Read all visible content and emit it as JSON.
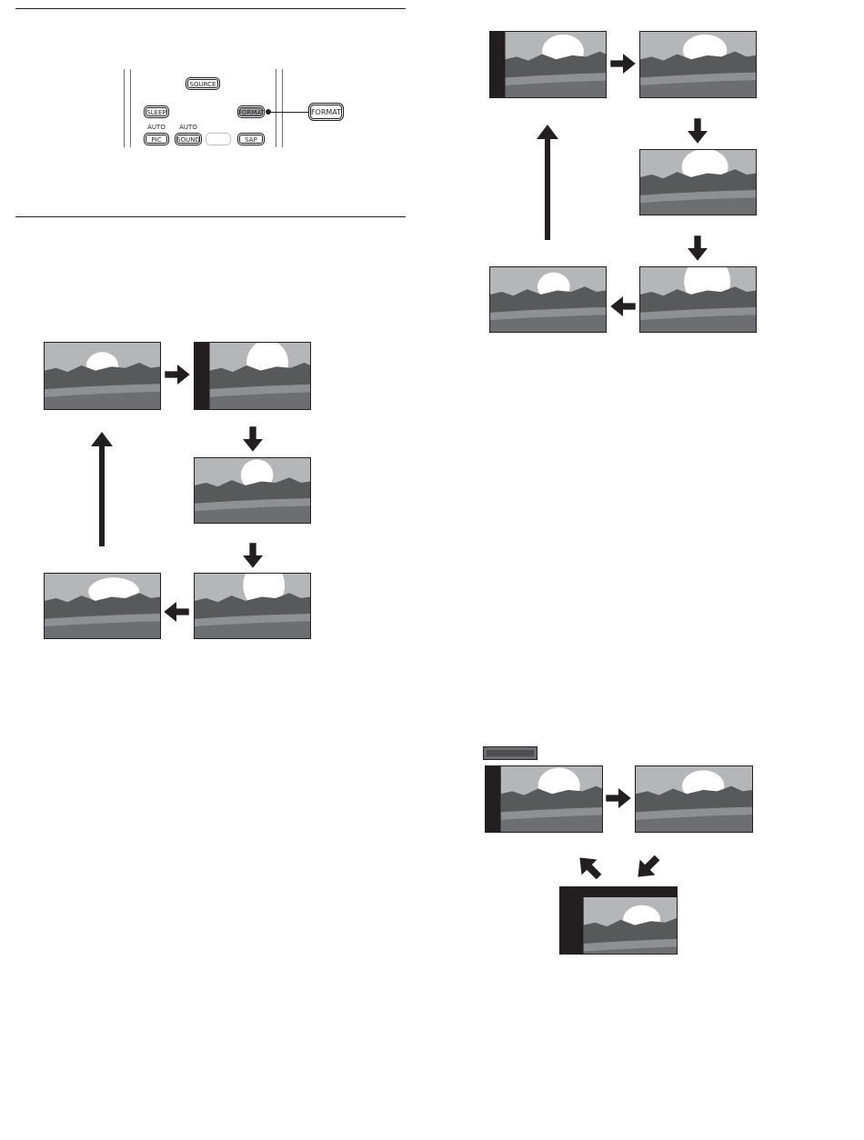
{
  "remote": {
    "buttons": {
      "source": "SOURCE",
      "sleep": "SLEEP",
      "format": "FORMAT",
      "pic": "PIC",
      "sound": "SOUND",
      "sap": "SAP"
    },
    "labels": {
      "auto_pic": "AUTO",
      "auto_sound": "AUTO"
    },
    "callout_label": "FORMAT"
  },
  "icons": {
    "screen": "tv-picture-icon",
    "arrow": "arrow-icon"
  },
  "colors": {
    "ink": "#231f20",
    "sky": "#b5b6b8",
    "mountain": "#58595b",
    "band": "#8f9093",
    "ground": "#6d6e71",
    "bar": "#231f20",
    "sun": "#ffffff"
  }
}
